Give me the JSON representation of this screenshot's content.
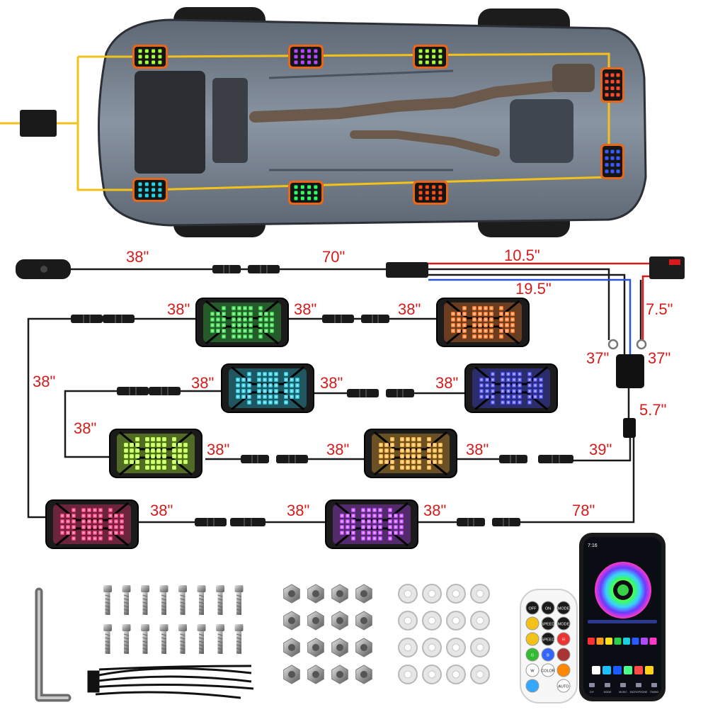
{
  "colors": {
    "wire_yellow": "#f3c21a",
    "wire_red": "#d71a1a",
    "wire_blue": "#2b55d9",
    "label_red": "#d71a1a",
    "car_body": "#7c8694",
    "pod_outline": "#e0341b"
  },
  "diagram": {
    "lengths": {
      "switch_lead": "38\"",
      "main_lead": "70\"",
      "power_red": "10.5\"",
      "ground_lead": "19.5\"",
      "battery_drop": "7.5\"",
      "ring_left": "37\"",
      "ring_right": "37\"",
      "box_to_hub": "5.7\"",
      "row1_a": "38\"",
      "row1_b": "38\"",
      "row1_c": "38\"",
      "left_return": "38\"",
      "row2_a": "38\"",
      "row2_b": "38\"",
      "row2_c": "38\"",
      "loop_left": "38\"",
      "row3_a": "38\"",
      "row3_b": "38\"",
      "row3_c": "38\"",
      "row3_d": "39\"",
      "row4_a": "38\"",
      "row4_b": "38\"",
      "row4_c": "38\"",
      "row4_d": "78\""
    },
    "pod_colors": [
      "#38d24a",
      "#ff7a2a",
      "#27c7e0",
      "#4a4cff",
      "#b8ff3a",
      "#ffb43a",
      "#ff3a7a",
      "#c04aff"
    ]
  },
  "car_pod_colors": [
    "#a8ff3a",
    "#b04aff",
    "#a8ff3a",
    "#ff4a2a",
    "#3a5aff",
    "#22d4e8",
    "#2aff6a",
    "#ff4a1a"
  ],
  "app": {
    "status_time": "7:16"
  },
  "remote": {
    "buttons": [
      "OFF",
      "ON",
      "MODE",
      "",
      "SPEED",
      "MODE",
      "",
      "SPEED",
      "R",
      "G",
      "B",
      "",
      "W",
      "COLOR",
      "",
      "",
      "AUTO"
    ]
  },
  "app_tabs": [
    "DIY",
    "MODE",
    "MUSIC",
    "MICROPHONE",
    "TIMING"
  ]
}
